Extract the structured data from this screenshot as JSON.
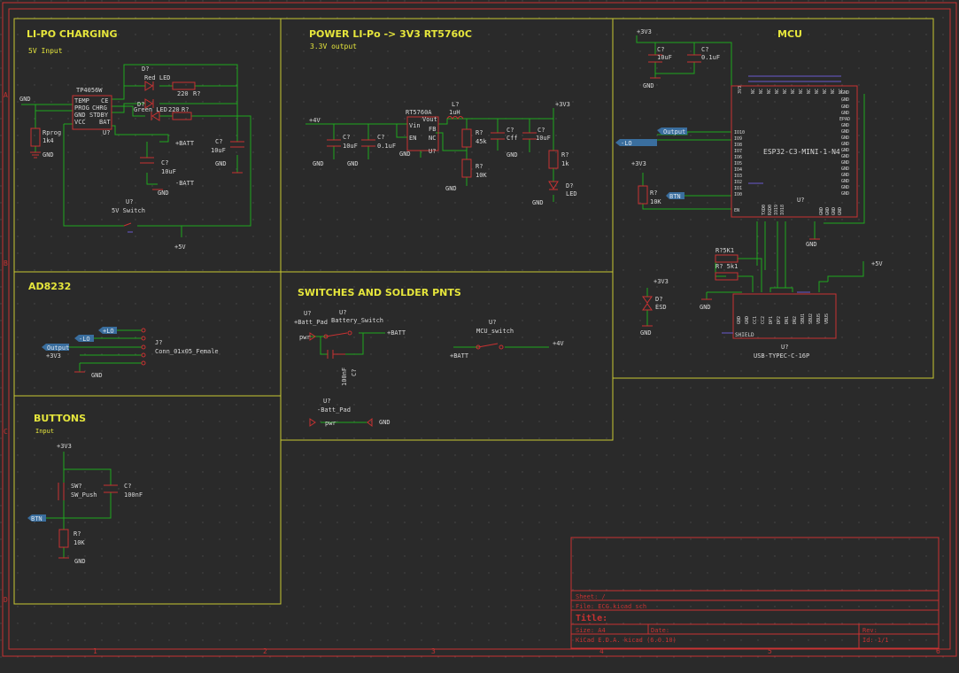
{
  "colors": {
    "background": "#2a2a2a",
    "frame": "#c83232",
    "wire": "#1fa81f",
    "component": "#c83232",
    "text": "#d8d8d8",
    "section_border": "#c8c832",
    "section_title": "#e6e63c",
    "label_fill": "#3a6e9e",
    "label_text": "#dfe7ef",
    "no_connect": "#6a5acd"
  },
  "sections": {
    "lipo": {
      "title": "LI-PO CHARGING",
      "subtitle": "5V Input"
    },
    "power": {
      "title": "POWER LI-Po -> 3V3 RT5760C",
      "subtitle": "3.3V output"
    },
    "mcu": {
      "title": "MCU"
    },
    "ad8232": {
      "title": "AD8232"
    },
    "switches": {
      "title": "SWITCHES AND SOLDER PNTS"
    },
    "buttons": {
      "title": "BUTTONS",
      "subtitle": "Input"
    }
  },
  "lipo": {
    "charger_name": "TP4056W",
    "charger_ref": "U?",
    "pins_left": [
      "TEMP",
      "PROG",
      "GND",
      "VCC"
    ],
    "pins_right": [
      "CE",
      "CHRG",
      "STDBY",
      "BAT"
    ],
    "gnd": "GND",
    "rprog_ref": "Rprog",
    "rprog_val": "1k4",
    "d_ref1": "D?",
    "red_led": "Red LED",
    "r220a": "220",
    "r_ref": "R?",
    "d_ref2": "D?",
    "green_led": "Green LED",
    "r220b": "220",
    "batt_pos": "+BATT",
    "batt_neg": "-BATT",
    "c_ref": "C?",
    "c10uf": "10uF",
    "switch_ref": "U?",
    "switch_val": "5V Switch",
    "plus5v": "+5V"
  },
  "power": {
    "input": "+4V",
    "cap1_ref": "C?",
    "cap1_val": "10uF",
    "cap2_ref": "C?",
    "cap2_val": "0.1uF",
    "reg_name": "RT5760A",
    "reg_ref": "U?",
    "pin_vin": "Vin",
    "pin_vout": "Vout",
    "pin_en": "EN",
    "pin_fb": "FB",
    "pin_nc": "NC",
    "pin_gnd": "GND",
    "l_ref": "L?",
    "l_val": "1uH",
    "r1_ref": "R?",
    "r1_val": "45k",
    "r2_ref": "R?",
    "r2_val": "10K",
    "cff_ref": "C?",
    "cff_val": "Cff",
    "cout_ref": "C?",
    "cout_val": "10uF",
    "out": "+3V3",
    "rled_ref": "R?",
    "rled_val": "1k",
    "led_ref": "D?",
    "led_val": "LED",
    "gnd": "GND"
  },
  "mcu": {
    "plus3v3": "+3V3",
    "c1_ref": "C?",
    "c1_val": "10uF",
    "c2_ref": "C?",
    "c2_val": "0.1uF",
    "gnd": "GND",
    "module_name": "ESP32-C3-MINI-1-N4",
    "module_ref": "U?",
    "pin_3v3": "3V3",
    "pins_left": [
      "IO10",
      "IO9",
      "IO8",
      "IO7",
      "IO6",
      "IO5",
      "IO4",
      "IO3",
      "IO2",
      "IO1",
      "IO0"
    ],
    "pin_en": "EN",
    "pins_top": [
      "NC",
      "NC",
      "NC",
      "NC",
      "NC",
      "NC",
      "NC",
      "NC",
      "NC",
      "NC",
      "NC",
      "NC"
    ],
    "pins_right": [
      "GND",
      "GND",
      "GND",
      "GND",
      "EPAD",
      "GND",
      "GND",
      "GND",
      "GND",
      "GND",
      "GND",
      "GND",
      "GND",
      "GND",
      "GND",
      "GND",
      "GND"
    ],
    "pins_bottom": [
      "TXD0",
      "RXD0",
      "IO19",
      "IO18",
      "GND",
      "GND",
      "GND",
      "GND"
    ],
    "label_output": "Output",
    "label_lo": "-LO",
    "label_btn": "BTN",
    "res_plus": "+3V3",
    "res_ref": "R?",
    "res_val": "10K",
    "r5k1a": "R?5K1",
    "r5k1b": "R? 5k1",
    "plus5v": "+5V",
    "esd_plus": "+3V3",
    "esd_ref": "D?",
    "esd_val": "ESD",
    "usb_pins": [
      "GND",
      "GND",
      "CC1",
      "CC2",
      "DP1",
      "DP2",
      "DN1",
      "DN2",
      "SBU1",
      "SBU2",
      "VBUS",
      "VBUS"
    ],
    "shield": "SHIELD",
    "usb_ref": "U?",
    "usb_val": "USB-TYPEC-C-16P"
  },
  "ad8232": {
    "label_lo_pos": "+LO",
    "label_lo_neg": "-LO",
    "label_output": "Output",
    "plus3v3": "+3V3",
    "conn_ref": "J?",
    "conn_val": "Conn_01x05_Female",
    "gnd": "GND"
  },
  "switches": {
    "pad1_ref": "U?",
    "pad1_val": "+Batt_Pad",
    "pin_pwr": "pwr",
    "sw1_ref": "U?",
    "sw1_val": "Battery_Switch",
    "batt": "+BATT",
    "cap_val": "100nF",
    "cap_ref": "C?",
    "pad2_ref": "U?",
    "pad2_val": "-Batt_Pad",
    "gnd": "GND",
    "sw2_ref": "U?",
    "sw2_val": "MCU_switch",
    "sw2_in": "+BATT",
    "sw2_out": "+4V"
  },
  "buttons": {
    "plus3v3": "+3V3",
    "sw_ref": "SW?",
    "sw_val": "SW_Push",
    "c_ref": "C?",
    "c_val": "100nF",
    "label_btn": "BTN",
    "r_ref": "R?",
    "r_val": "10K",
    "gnd": "GND"
  },
  "title_block": {
    "sheet": "Sheet: /",
    "file": "File: ECG.kicad_sch",
    "title": "Title:",
    "size": "Size: A4",
    "date": "Date:",
    "rev": "Rev:",
    "kicad": "KiCad E.D.A.  kicad (6.0.10)",
    "id": "Id: 1/1"
  },
  "frame": {
    "col_marks": [
      "1",
      "2",
      "3",
      "4",
      "5",
      "6"
    ],
    "row_marks": [
      "A",
      "B",
      "C",
      "D"
    ]
  }
}
